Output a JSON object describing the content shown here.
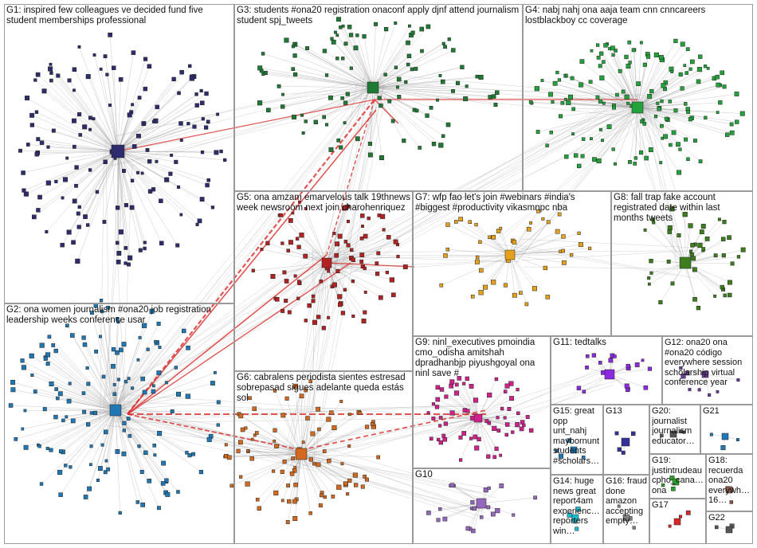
{
  "groups": [
    {
      "id": "G1",
      "label": "G1: inspired few colleagues ve decided fund five student memberships professional",
      "color": "#2d2d6e"
    },
    {
      "id": "G3",
      "label": "G3: students #ona20 registration onaconf apply djnf attend journalism student spj_tweets",
      "color": "#1f7a33"
    },
    {
      "id": "G4",
      "label": "G4: nabj nahj ona aaja team cnn cnncareers lostblackboy cc coverage",
      "color": "#22a23b"
    },
    {
      "id": "G5",
      "label": "G5: ona amzam emarvelous talk 19thnews week newsroom next join charohenriquez",
      "color": "#b22222"
    },
    {
      "id": "G7",
      "label": "G7: wfp fao let's join #webinars #india's #biggest #productivity vikasmnpc nba",
      "color": "#e6a11a"
    },
    {
      "id": "G8",
      "label": "G8: fall trap fake account registrated date within last months tweets",
      "color": "#3c7d1e"
    },
    {
      "id": "G2",
      "label": "G2: ona women journalism #ona20 job registration leadership weeks conference usar",
      "color": "#1f77b4"
    },
    {
      "id": "G9",
      "label": "G9: ninl_executives pmoindia cmo_odisha amitshah dpradhanbjp piyushgoyal ona ninl save #",
      "color": "#d0208a"
    },
    {
      "id": "G11",
      "label": "G11: tedtalks",
      "color": "#8a2be2"
    },
    {
      "id": "G12",
      "label": "G12: ona20 ona #ona20 código everywhere session scholarship virtual conference year",
      "color": "#6a3d9a"
    },
    {
      "id": "G6",
      "label": "G6: cabralens periodista sientes estresad sobrepasad sigues adelante queda estás sol",
      "color": "#d2691e"
    },
    {
      "id": "G15",
      "label": "G15: great opp unt_nahj maybornunt students #scholars…",
      "color": "#1f77b4"
    },
    {
      "id": "G13",
      "label": "G13",
      "color": "#333399"
    },
    {
      "id": "G20",
      "label": "G20: journalist journalism educator…",
      "color": "#555555"
    },
    {
      "id": "G21",
      "label": "G21",
      "color": "#1f77b4"
    },
    {
      "id": "G19",
      "label": "G19: justintrudeau cpho_cana… ona",
      "color": "#2ca02c"
    },
    {
      "id": "G18",
      "label": "G18: recuerda ona20 everywh… 16…",
      "color": "#8c564b"
    },
    {
      "id": "G10",
      "label": "G10",
      "color": "#9467bd"
    },
    {
      "id": "G14",
      "label": "G14: huge news great report4am experienc… reporters win…",
      "color": "#17becf"
    },
    {
      "id": "G16",
      "label": "G16: fraud done amazon accepting empty…",
      "color": "#7f7f7f"
    },
    {
      "id": "G17",
      "label": "G17",
      "color": "#d62728"
    },
    {
      "id": "G22",
      "label": "G22",
      "color": "#555555"
    }
  ],
  "colors": {
    "edge": "#9e9e9e",
    "strong_edge": "#d92b2b",
    "box_border": "#9a9a9a"
  }
}
